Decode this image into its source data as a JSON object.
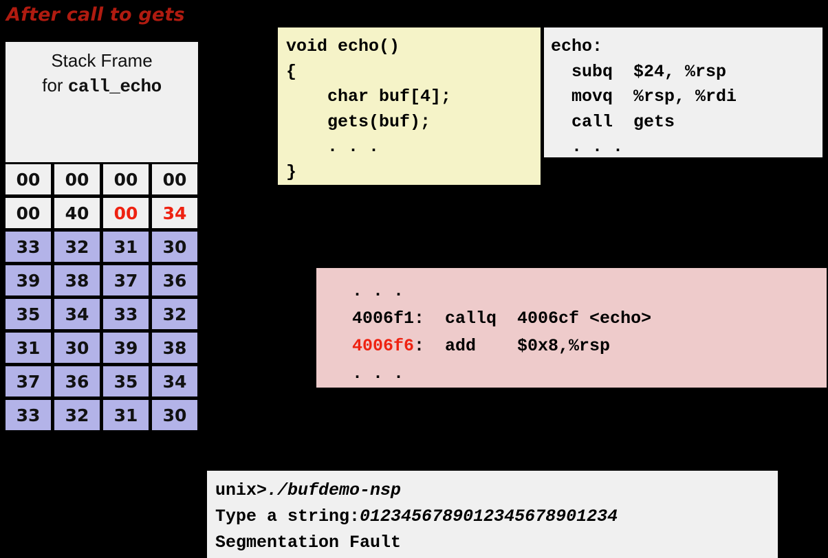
{
  "title": "After call to gets",
  "colors": {
    "accent_red": "#b01b10",
    "highlight_red": "#ee2211",
    "buffer_fill": "#b3b3e8",
    "code_yellow": "#f5f3c8",
    "code_gray": "#f0f0f0",
    "disasm_pink": "#eecbcb",
    "background": "#000000"
  },
  "stack_frame": {
    "header_line1": "Stack Frame",
    "header_line2_prefix": "for ",
    "header_line2_mono": "call_echo",
    "rows": [
      {
        "cells": [
          {
            "value": "00",
            "buffer": false,
            "red": false
          },
          {
            "value": "00",
            "buffer": false,
            "red": false
          },
          {
            "value": "00",
            "buffer": false,
            "red": false
          },
          {
            "value": "00",
            "buffer": false,
            "red": false
          }
        ]
      },
      {
        "cells": [
          {
            "value": "00",
            "buffer": false,
            "red": false
          },
          {
            "value": "40",
            "buffer": false,
            "red": false
          },
          {
            "value": "00",
            "buffer": false,
            "red": true
          },
          {
            "value": "34",
            "buffer": false,
            "red": true
          }
        ]
      },
      {
        "cells": [
          {
            "value": "33",
            "buffer": true,
            "red": false
          },
          {
            "value": "32",
            "buffer": true,
            "red": false
          },
          {
            "value": "31",
            "buffer": true,
            "red": false
          },
          {
            "value": "30",
            "buffer": true,
            "red": false
          }
        ]
      },
      {
        "cells": [
          {
            "value": "39",
            "buffer": true,
            "red": false
          },
          {
            "value": "38",
            "buffer": true,
            "red": false
          },
          {
            "value": "37",
            "buffer": true,
            "red": false
          },
          {
            "value": "36",
            "buffer": true,
            "red": false
          }
        ]
      },
      {
        "cells": [
          {
            "value": "35",
            "buffer": true,
            "red": false
          },
          {
            "value": "34",
            "buffer": true,
            "red": false
          },
          {
            "value": "33",
            "buffer": true,
            "red": false
          },
          {
            "value": "32",
            "buffer": true,
            "red": false
          }
        ]
      },
      {
        "cells": [
          {
            "value": "31",
            "buffer": true,
            "red": false
          },
          {
            "value": "30",
            "buffer": true,
            "red": false
          },
          {
            "value": "39",
            "buffer": true,
            "red": false
          },
          {
            "value": "38",
            "buffer": true,
            "red": false
          }
        ]
      },
      {
        "cells": [
          {
            "value": "37",
            "buffer": true,
            "red": false
          },
          {
            "value": "36",
            "buffer": true,
            "red": false
          },
          {
            "value": "35",
            "buffer": true,
            "red": false
          },
          {
            "value": "34",
            "buffer": true,
            "red": false
          }
        ]
      },
      {
        "cells": [
          {
            "value": "33",
            "buffer": true,
            "red": false
          },
          {
            "value": "32",
            "buffer": true,
            "red": false
          },
          {
            "value": "31",
            "buffer": true,
            "red": false
          },
          {
            "value": "30",
            "buffer": true,
            "red": false
          }
        ]
      }
    ]
  },
  "c_source": {
    "code": "void echo()\n{\n    char buf[4];\n    gets(buf);\n    . . .\n}"
  },
  "asm_source": {
    "code": "echo:\n  subq  $24, %rsp\n  movq  %rsp, %rdi\n  call  gets\n  . . ."
  },
  "disassembly": {
    "line_dots_top": ". . .",
    "line_call": "4006f1:  callq  4006cf <echo>",
    "line_ret_addr": "4006f6",
    "line_ret_rest": ":  add    $0x8,%rsp",
    "line_dots_bottom": ". . ."
  },
  "terminal": {
    "prompt": "unix>",
    "command": "./bufdemo-nsp",
    "input_label": "Type a string:",
    "input_value": "0123456789012345678901234",
    "output": "Segmentation Fault"
  }
}
